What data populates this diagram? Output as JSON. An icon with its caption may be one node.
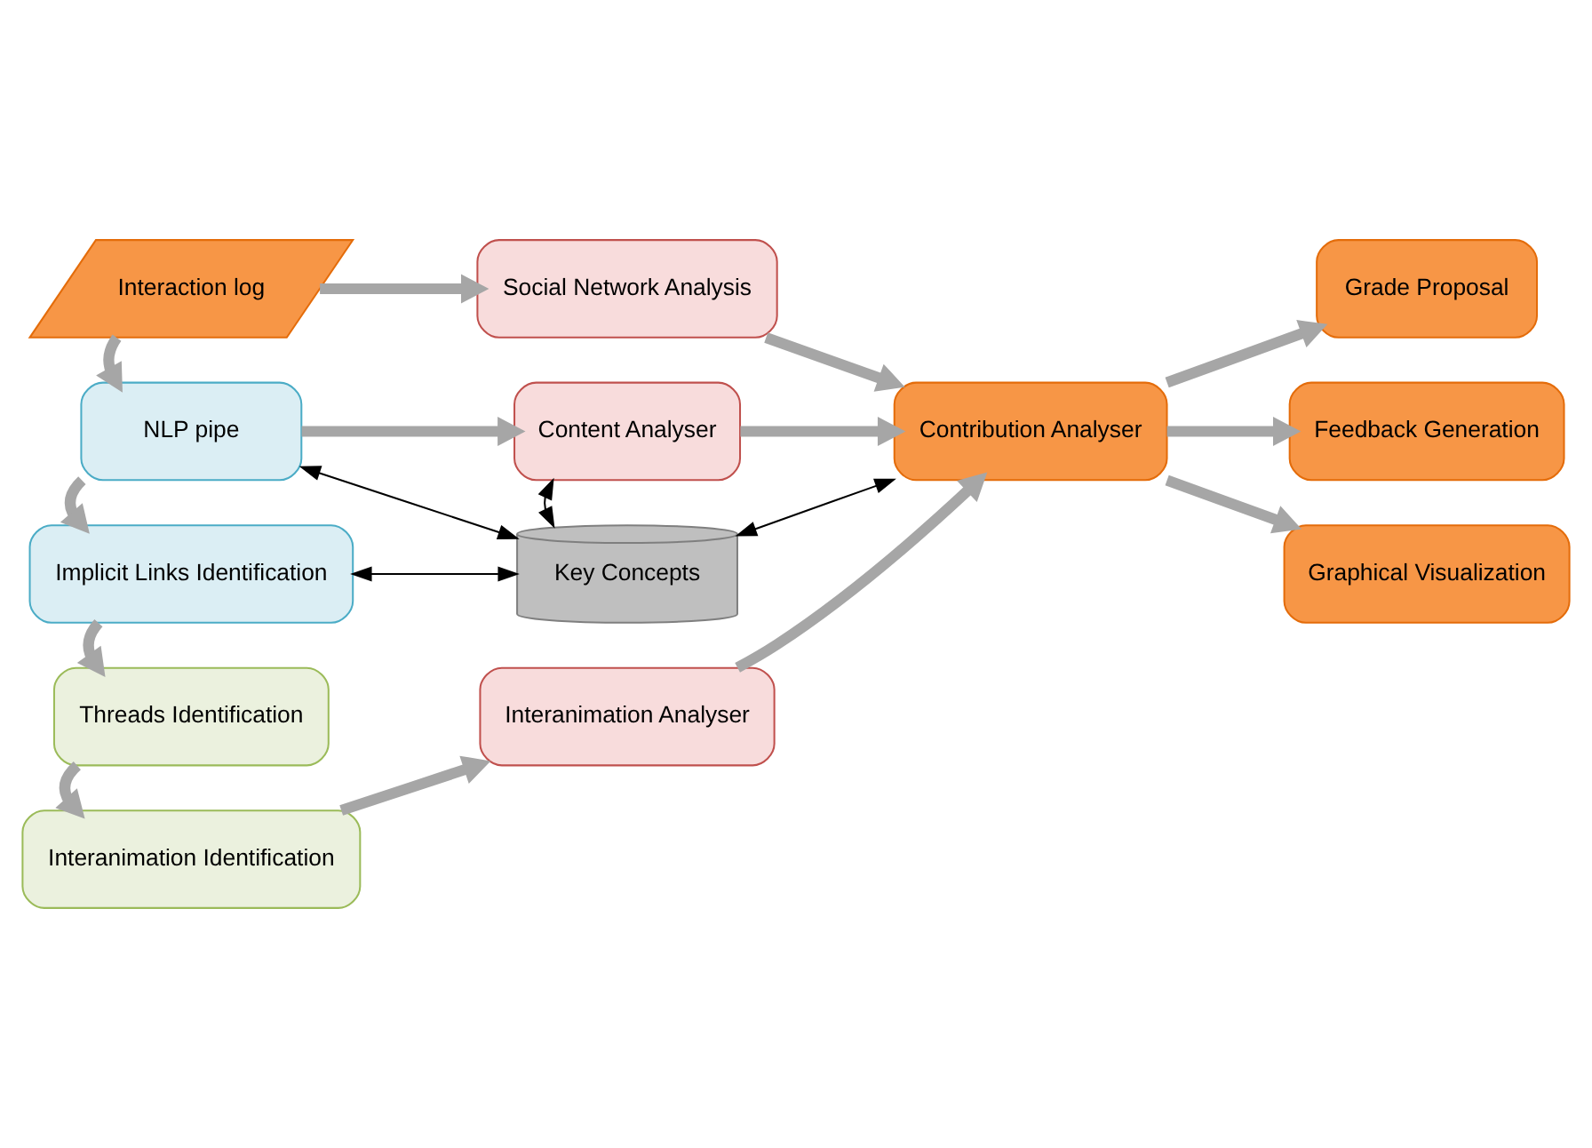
{
  "diagram": {
    "nodes": [
      {
        "text": [
          "Interaction log"
        ]
      },
      {
        "text": [
          "Social Network Analysis"
        ]
      },
      {
        "text": [
          "NLP pipe"
        ]
      },
      {
        "text": [
          "Content Analyser"
        ]
      },
      {
        "text": [
          "Implicit Links Identification"
        ]
      },
      {
        "text": [
          "Key Concepts"
        ]
      },
      {
        "text": [
          "Threads Identification"
        ]
      },
      {
        "text": [
          "Interanimation Identification"
        ]
      },
      {
        "text": [
          "Interanimation Analyser"
        ]
      },
      {
        "text": [
          "Contribution Analyser"
        ]
      },
      {
        "text": [
          "Grade Proposal"
        ]
      },
      {
        "text": [
          "Feedback Generation"
        ]
      },
      {
        "text": [
          "Graphical Visualization"
        ]
      }
    ],
    "edges": [
      {
        "from": 0,
        "to": 1,
        "arrow": "to"
      },
      {
        "from": 0,
        "to": 2,
        "arrow": "to"
      },
      {
        "from": 2,
        "to": 3,
        "arrow": "to"
      },
      {
        "from": 2,
        "to": 4,
        "arrow": "to"
      },
      {
        "from": 4,
        "to": 6,
        "arrow": "to"
      },
      {
        "from": 6,
        "to": 7,
        "arrow": "to"
      },
      {
        "from": 7,
        "to": 8,
        "arrow": "to"
      },
      {
        "from": 1,
        "to": 9,
        "arrow": "to"
      },
      {
        "from": 3,
        "to": 9,
        "arrow": "to"
      },
      {
        "from": 8,
        "to": 9,
        "arrow": "to"
      },
      {
        "from": 9,
        "to": 10,
        "arrow": "to"
      },
      {
        "from": 9,
        "to": 11,
        "arrow": "to"
      },
      {
        "from": 9,
        "to": 12,
        "arrow": "to"
      },
      {
        "from": 2,
        "to": 5,
        "arrow": "both",
        "color": "#000000"
      },
      {
        "from": 3,
        "to": 5,
        "arrow": "both",
        "color": "#000000"
      },
      {
        "from": 4,
        "to": 5,
        "arrow": "both",
        "color": "#000000"
      },
      {
        "from": 5,
        "to": 9,
        "arrow": "both",
        "color": "#000000"
      }
    ]
  }
}
